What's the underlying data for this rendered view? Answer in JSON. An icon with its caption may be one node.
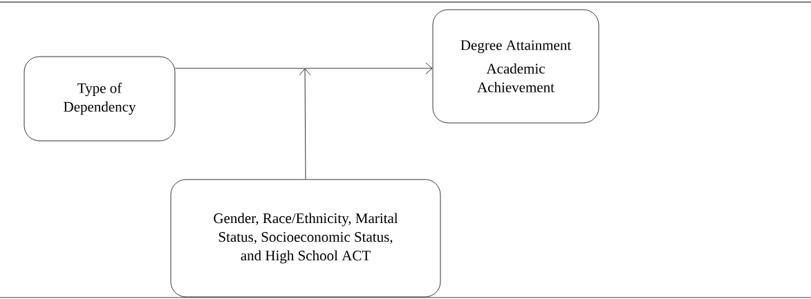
{
  "diagram": {
    "nodes": [
      {
        "text": [
          "Type of Dependency"
        ]
      },
      {
        "text": [
          "Degree Attainment",
          "Academic Achievement"
        ]
      },
      {
        "text": [
          "Gender, Race/Ethnicity, Marital Status, Socioeconomic Status, and High School ACT"
        ]
      }
    ],
    "edges": [
      {
        "from": 0,
        "to": 1,
        "arrow": "to"
      },
      {
        "from": 2,
        "to": null,
        "arrow": "to"
      }
    ]
  }
}
